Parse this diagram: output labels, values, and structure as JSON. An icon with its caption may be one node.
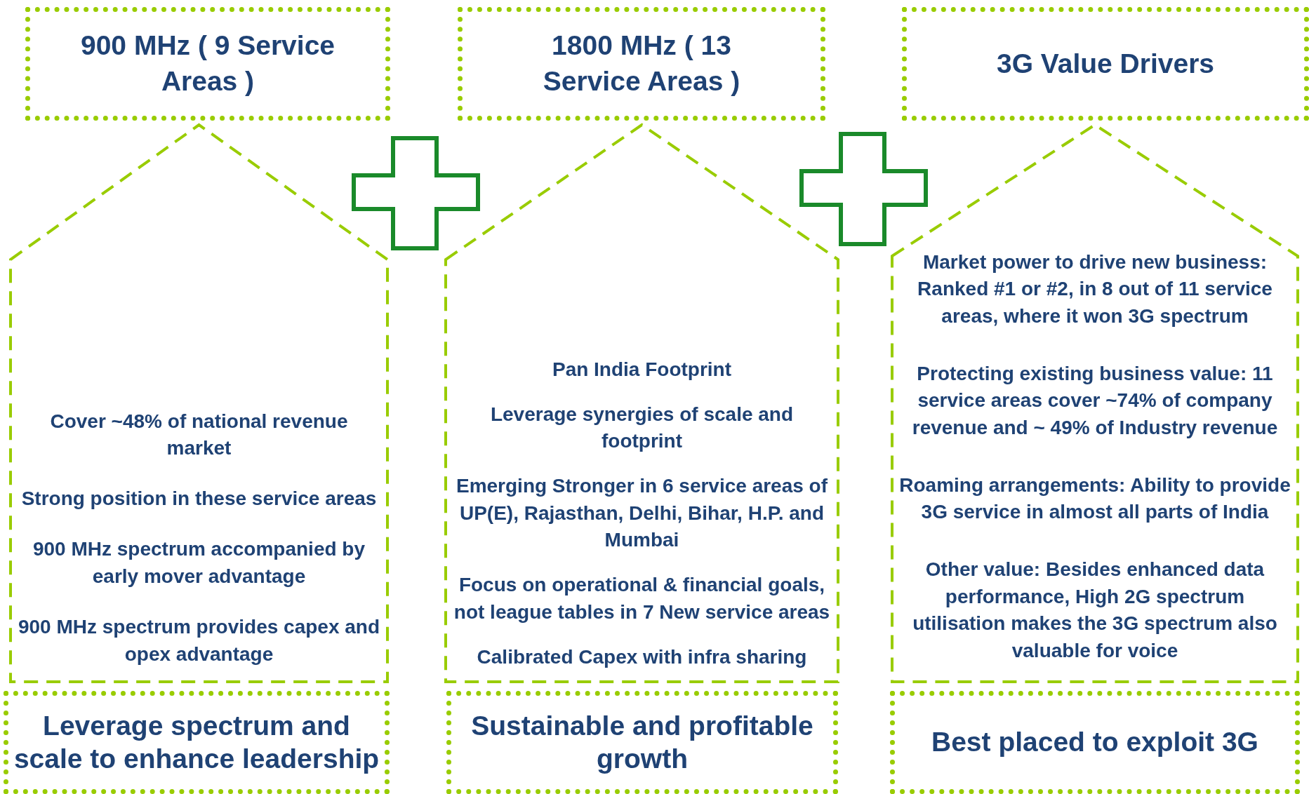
{
  "diagram": {
    "nodes": [
      {
        "text": [
          "900 MHz ( 9 Service Areas )"
        ]
      },
      {
        "text": [
          "Cover ~48% of national revenue market",
          "Strong position in these service areas",
          "900 MHz spectrum accompanied by early mover advantage",
          "900 MHz spectrum provides capex and opex advantage"
        ]
      },
      {
        "text": [
          "Leverage spectrum and scale to enhance leadership"
        ]
      },
      {
        "text": [
          "1800 MHz ( 13 Service Areas )"
        ]
      },
      {
        "text": [
          "Pan India Footprint",
          "Leverage synergies of scale and footprint",
          "Emerging Stronger in 6 service areas of UP(E), Rajasthan, Delhi, Bihar, H.P. and Mumbai",
          "Focus on operational & financial goals, not league tables in 7 New service areas",
          "Calibrated Capex with infra sharing"
        ]
      },
      {
        "text": [
          "Sustainable and profitable growth"
        ]
      },
      {
        "text": [
          "3G Value Drivers"
        ]
      },
      {
        "text": [
          "Market power to drive new business: Ranked #1 or #2, in 8 out of 11 service areas, where it won 3G spectrum",
          "Protecting existing business value: 11 service areas cover ~74% of company revenue and ~ 49% of Industry revenue",
          "Roaming arrangements:  Ability to provide 3G service in almost all parts of India",
          "Other value: Besides enhanced data performance, High 2G spectrum utilisation makes the 3G spectrum also valuable for voice"
        ]
      },
      {
        "text": [
          "Best placed to exploit 3G"
        ]
      }
    ],
    "edges": []
  }
}
